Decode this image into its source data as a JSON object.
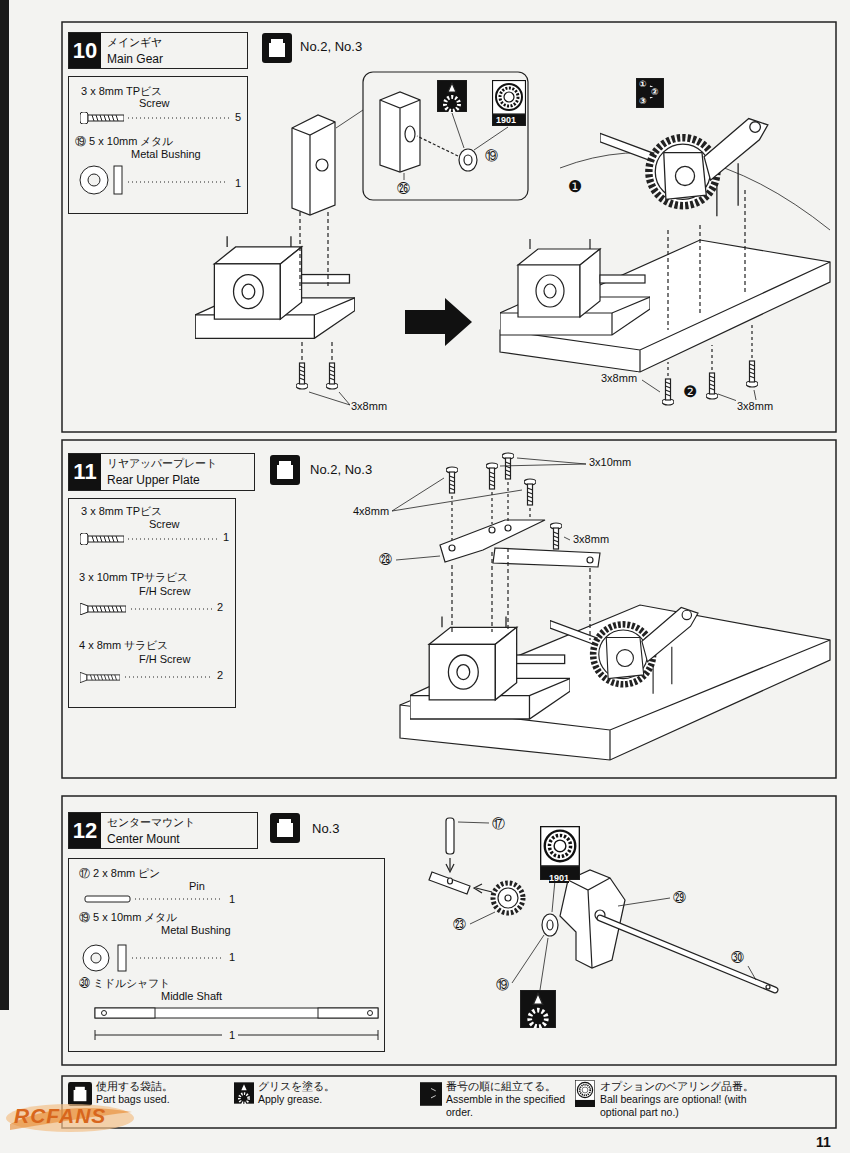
{
  "diagram": {
    "nodes": [
      {
        "text": [
          "10",
          "メインギヤ",
          "Main Gear"
        ]
      },
      {
        "text": [
          "3 x 8mm TPビス",
          "Screw",
          "5",
          "⑲ 5 x 10mm メタル",
          "Metal Bushing",
          "1"
        ]
      },
      {
        "text": [
          "11",
          "リヤアッパープレート",
          "Rear Upper Plate"
        ]
      },
      {
        "text": [
          "3 x 8mm TPビス",
          "Screw",
          "1",
          "3 x 10mm TPサラビス",
          "F/H Screw",
          "2",
          "4 x 8mm サラビス",
          "F/H Screw",
          "2"
        ]
      },
      {
        "text": [
          "12",
          "センターマウント",
          "Center Mount"
        ]
      },
      {
        "text": [
          "⑰ 2 x 8mm ピン",
          "Pin",
          "1",
          "⑲ 5 x 10mm メタル",
          "Metal Bushing",
          "1",
          "㉚ ミドルシャフト",
          "Middle Shaft",
          "1"
        ]
      }
    ],
    "labels": [
      "No.2, No.3",
      "㉖",
      "⑲",
      "1901",
      "①",
      "②",
      "③",
      "❶",
      "❷",
      "3x8mm",
      "3x8mm",
      "3x8mm",
      "No.2, No.3",
      "3x10mm",
      "4x8mm",
      "3x8mm",
      "㉘",
      "No.3",
      "⑰",
      "1901",
      "㉓",
      "㉙",
      "⑲",
      "㉚",
      "RCFANS",
      "11"
    ],
    "legend": [
      {
        "text": "使用する袋詰。 Part bags used."
      },
      {
        "text": "グリスを塗る。 Apply grease."
      },
      {
        "text": "番号の順に組立てる。 Assemble in the specified order."
      },
      {
        "text": "オプションのベアリング品番。 Ball bearings are optional! (with optional part no.)"
      }
    ]
  }
}
